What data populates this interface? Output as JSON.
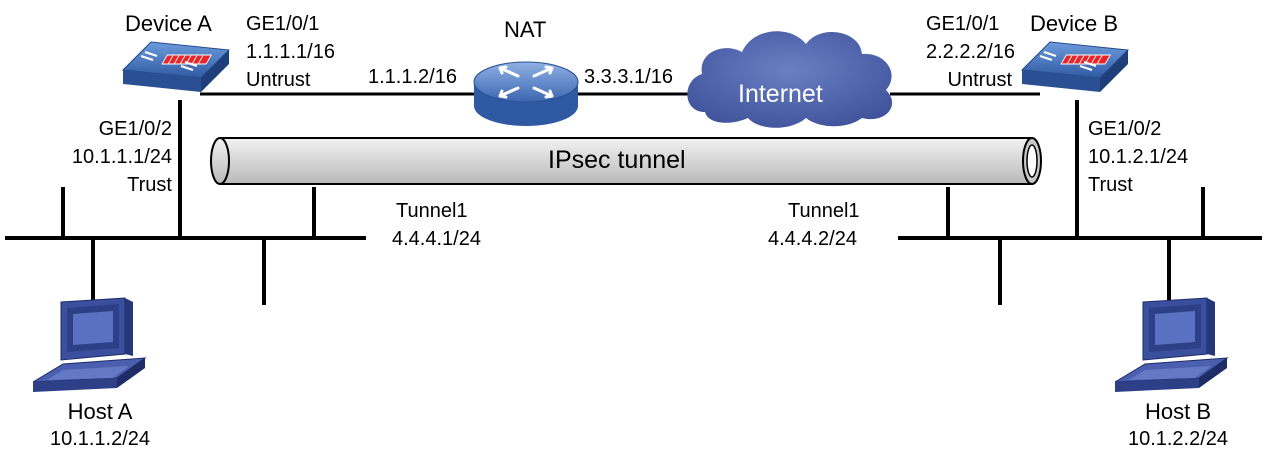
{
  "devices": {
    "device_a": {
      "name": "Device A",
      "wan_iface": "GE1/0/1",
      "wan_ip": "1.1.1.1/16",
      "wan_zone": "Untrust",
      "lan_iface": "GE1/0/2",
      "lan_ip": "10.1.1.1/24",
      "lan_zone": "Trust",
      "tunnel_iface": "Tunnel1",
      "tunnel_ip": "4.4.4.1/24"
    },
    "device_b": {
      "name": "Device B",
      "wan_iface": "GE1/0/1",
      "wan_ip": "2.2.2.2/16",
      "wan_zone": "Untrust",
      "lan_iface": "GE1/0/2",
      "lan_ip": "10.1.2.1/24",
      "lan_zone": "Trust",
      "tunnel_iface": "Tunnel1",
      "tunnel_ip": "4.4.4.2/24"
    }
  },
  "nat": {
    "name": "NAT",
    "inside_ip": "1.1.1.2/16",
    "outside_ip": "3.3.3.1/16"
  },
  "internet": {
    "label": "Internet"
  },
  "tunnel": {
    "label": "IPsec tunnel"
  },
  "hosts": {
    "host_a": {
      "name": "Host A",
      "ip": "10.1.1.2/24"
    },
    "host_b": {
      "name": "Host B",
      "ip": "10.1.2.2/24"
    }
  },
  "colors": {
    "firewall_body": "#3d6fb8",
    "firewall_stripe": "#e8262a",
    "router_body": "#5580c4",
    "cloud": "#4a5ea8",
    "tunnel_fill": "#d4d4d4",
    "computer": "#3a4f9e",
    "line": "#000000"
  }
}
